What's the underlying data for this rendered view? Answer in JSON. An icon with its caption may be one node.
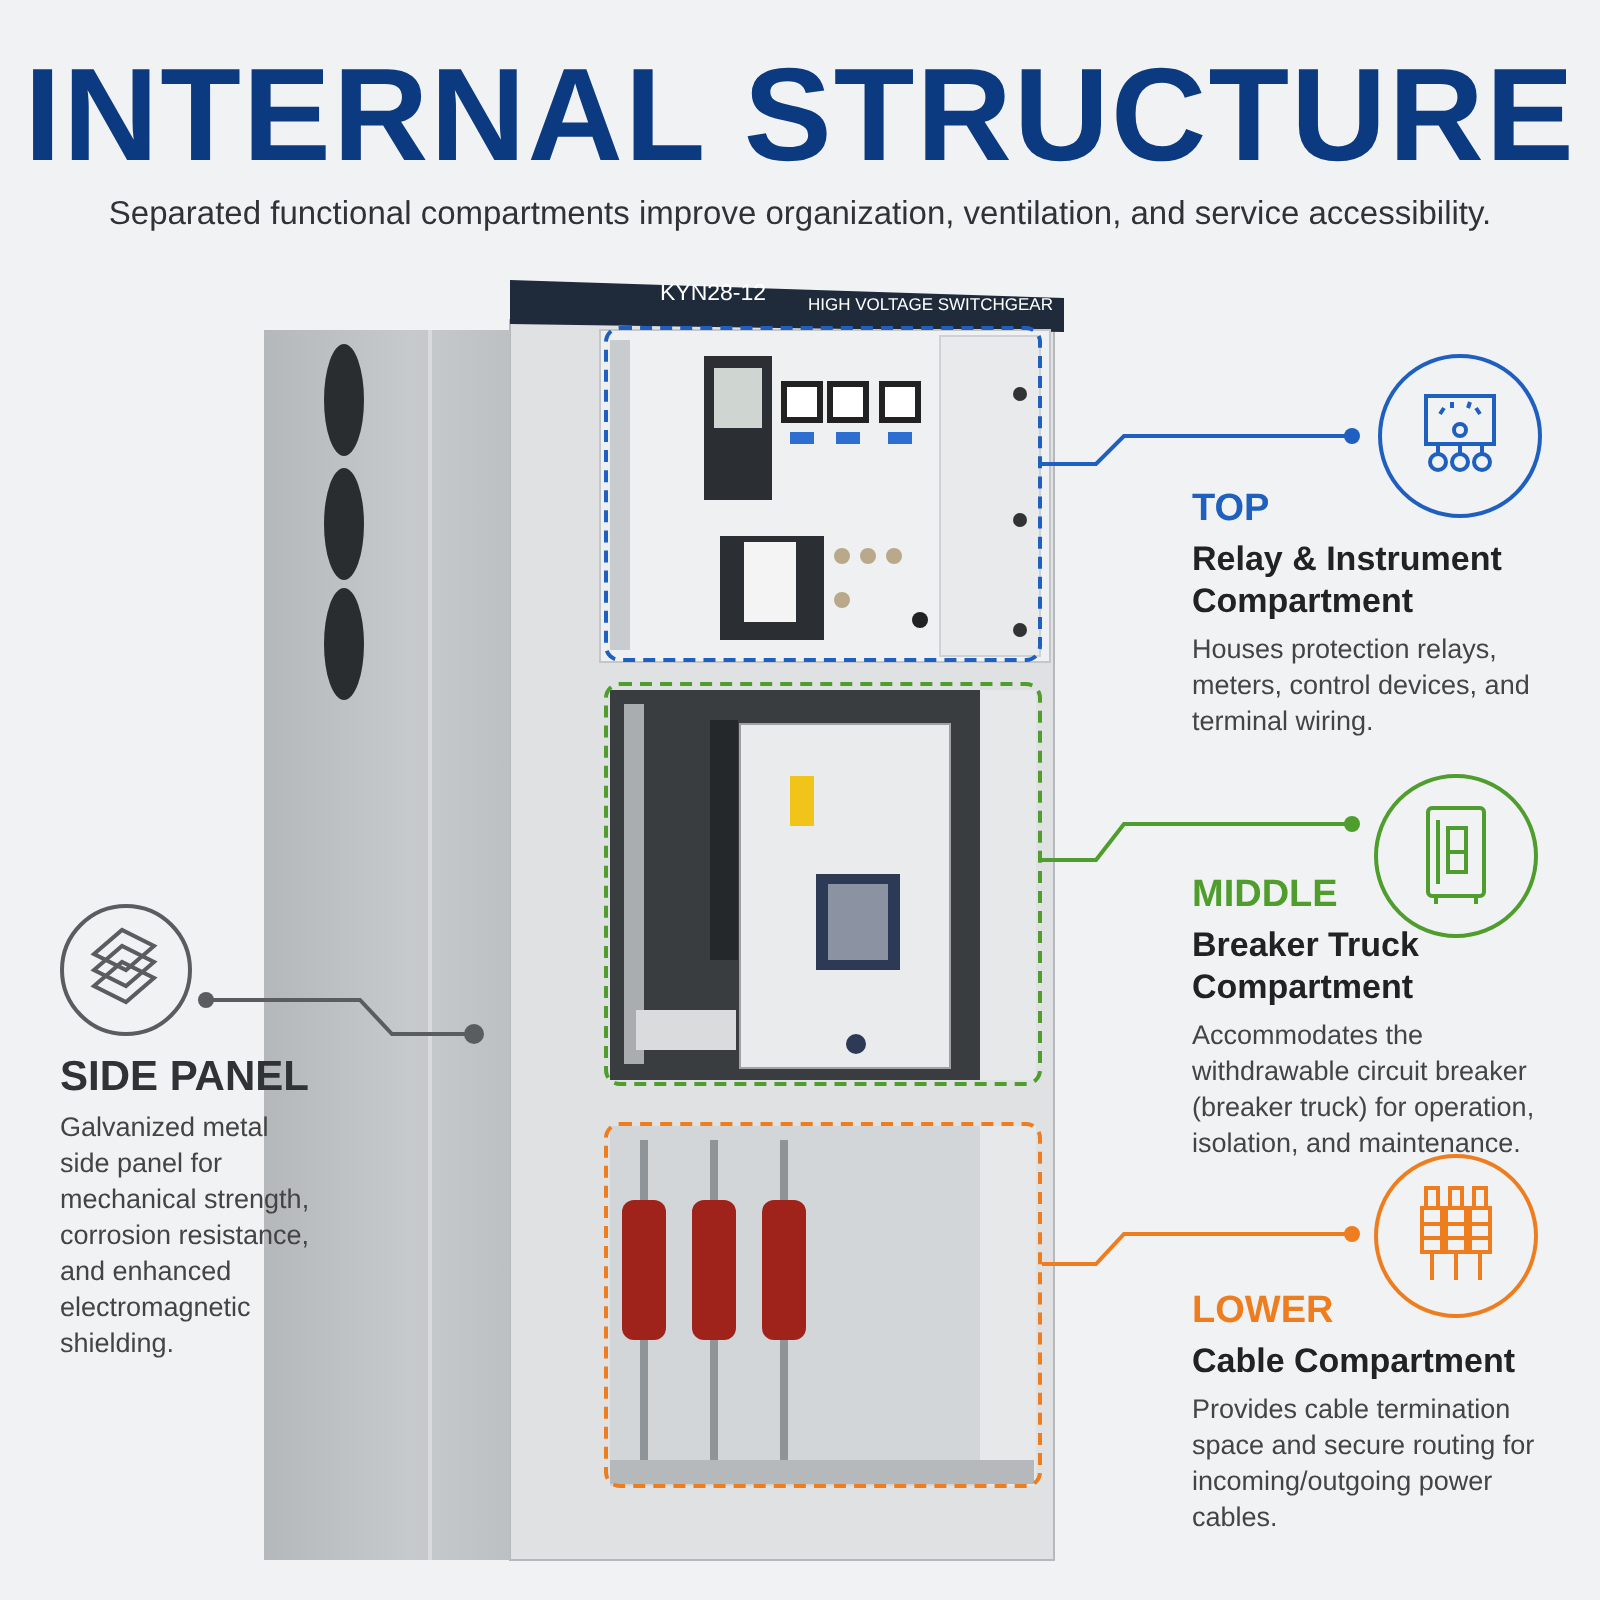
{
  "diagram": {
    "title": "INTERNAL STRUCTURE",
    "nodes": [
      {
        "text": [
          "TOP",
          "Relay & Instrument Compartment",
          "Houses protection relays, meters, control devices, and terminal wiring."
        ]
      },
      {
        "text": [],
        "shape": "box"
      },
      {
        "text": [
          "MIDDLE",
          "Breaker Truck Compartment",
          "Accommodates the withdrawable circuit breaker (breaker truck) for operation, isolation, and maintenance."
        ]
      },
      {
        "text": [],
        "shape": "box"
      },
      {
        "text": [
          "LOWER",
          "Cable Compartment",
          "Provides cable termination space and secure routing for incoming/outgoing power cables."
        ]
      },
      {
        "text": [],
        "shape": "box"
      },
      {
        "text": [
          "SIDE PANEL",
          "Galvanized metal side panel for mechanical strength, corrosion resistance, and enhanced electromagnetic shielding."
        ]
      },
      {
        "text": [],
        "shape": "box"
      }
    ],
    "edges": [
      {
        "from": 0,
        "to": 1,
        "arrow": "other",
        "color": "#1f5fbf"
      },
      {
        "from": 2,
        "to": 3,
        "arrow": "other",
        "color": "#4f9d2d"
      },
      {
        "from": 4,
        "to": 5,
        "arrow": "other",
        "color": "#ee7d1f"
      },
      {
        "from": 6,
        "to": 7,
        "arrow": "other",
        "color": "#5a5d60"
      }
    ],
    "labels": [
      "Separated functional compartments improve organization, ventilation, and service accessibility.",
      "KYN28-12",
      "HIGH VOLTAGE SWITCHGEAR"
    ]
  }
}
